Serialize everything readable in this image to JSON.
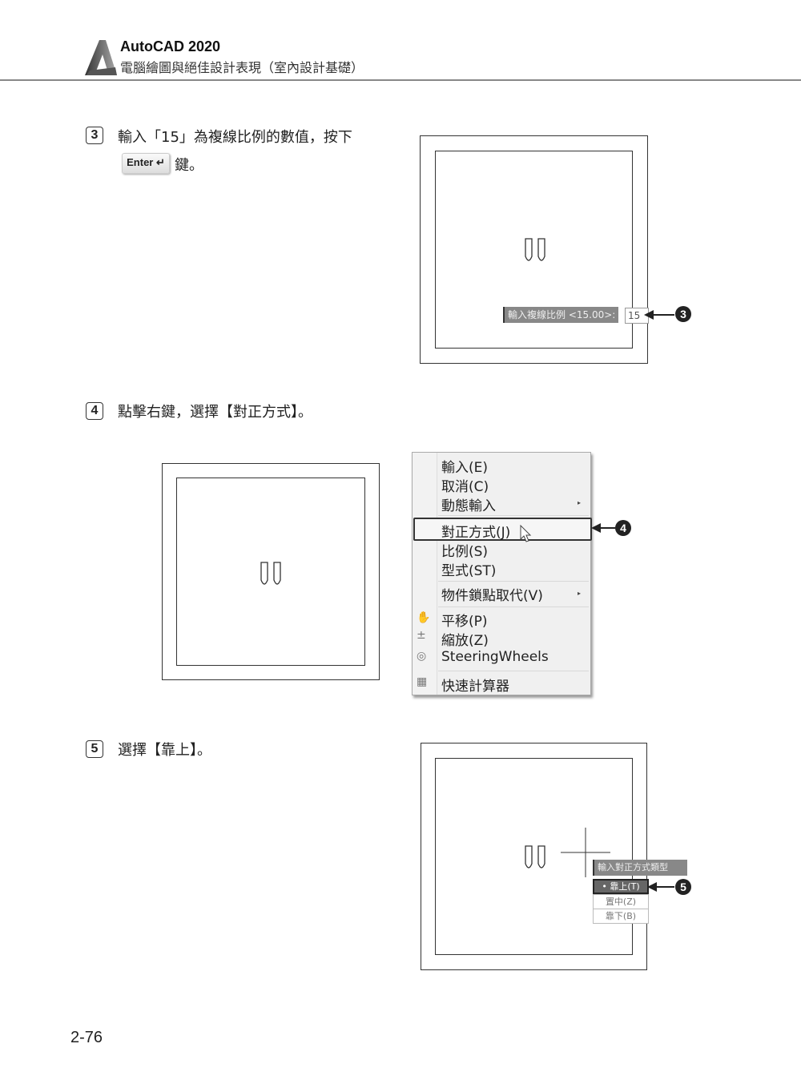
{
  "header": {
    "title": "AutoCAD 2020",
    "subtitle": "電腦繪圖與絕佳設計表現（室內設計基礎）"
  },
  "steps": [
    {
      "num": "3",
      "text_line1": "輸入「15」為複線比例的數值，按下",
      "key": "Enter ↵",
      "text_line2": "鍵。"
    },
    {
      "num": "4",
      "text": "點擊右鍵，選擇【對正方式】。"
    },
    {
      "num": "5",
      "text": "選擇【靠上】。"
    }
  ],
  "panel1": {
    "prompt": "輸入複線比例 <15.00>:",
    "input": "15",
    "callout": "3"
  },
  "panel2": {
    "callout": "4",
    "menu": [
      {
        "label": "輸入(E)"
      },
      {
        "label": "取消(C)"
      },
      {
        "label": "動態輸入",
        "submenu": "▸"
      },
      {
        "label": "對正方式(J)"
      },
      {
        "label": "比例(S)"
      },
      {
        "label": "型式(ST)"
      },
      {
        "label": "物件鎖點取代(V)",
        "submenu": "▸"
      },
      {
        "label": "平移(P)",
        "icon": "✋"
      },
      {
        "label": "縮放(Z)",
        "icon": "±"
      },
      {
        "label": "SteeringWheels",
        "icon": "◎"
      },
      {
        "label": "快速計算器",
        "icon": "▦"
      }
    ]
  },
  "panel3": {
    "prompt": "輸入對正方式類型",
    "options": [
      "• 靠上(T)",
      "置中(Z)",
      "靠下(B)"
    ],
    "callout": "5"
  },
  "page_number": "2-76"
}
